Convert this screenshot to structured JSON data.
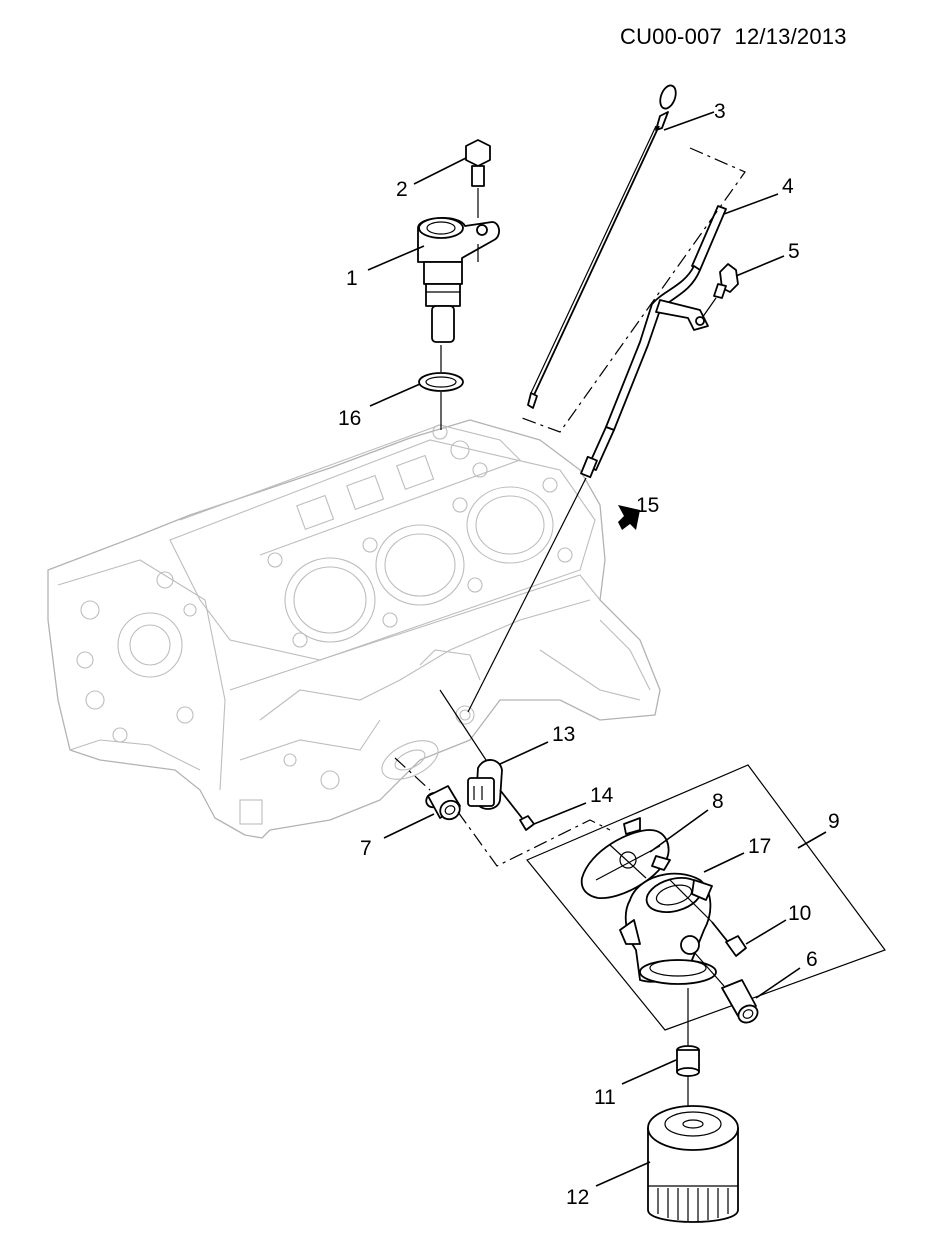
{
  "document": {
    "code": "CU00-007",
    "date": "12/13/2013"
  },
  "callouts": [
    {
      "id": "1",
      "label": "1"
    },
    {
      "id": "2",
      "label": "2"
    },
    {
      "id": "3",
      "label": "3"
    },
    {
      "id": "4",
      "label": "4"
    },
    {
      "id": "5",
      "label": "5"
    },
    {
      "id": "6",
      "label": "6"
    },
    {
      "id": "7",
      "label": "7"
    },
    {
      "id": "8",
      "label": "8"
    },
    {
      "id": "9",
      "label": "9"
    },
    {
      "id": "10",
      "label": "10"
    },
    {
      "id": "11",
      "label": "11"
    },
    {
      "id": "12",
      "label": "12"
    },
    {
      "id": "13",
      "label": "13"
    },
    {
      "id": "14",
      "label": "14"
    },
    {
      "id": "15",
      "label": "15"
    },
    {
      "id": "16",
      "label": "16"
    },
    {
      "id": "17",
      "label": "17"
    }
  ]
}
